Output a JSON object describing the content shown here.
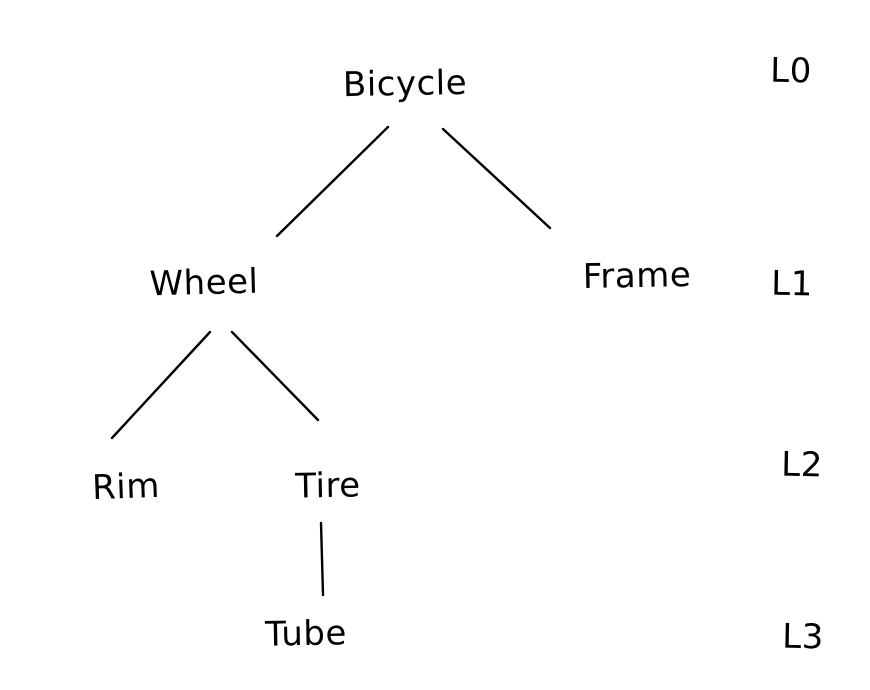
{
  "diagram": {
    "type": "tree",
    "colors": {
      "ink": "#000000",
      "background": "#ffffff"
    },
    "nodes": {
      "bicycle": {
        "label": "Bicycle",
        "level": 0
      },
      "wheel": {
        "label": "Wheel",
        "level": 1
      },
      "frame": {
        "label": "Frame",
        "level": 1
      },
      "rim": {
        "label": "Rim",
        "level": 2
      },
      "tire": {
        "label": "Tire",
        "level": 2
      },
      "tube": {
        "label": "Tube",
        "level": 3
      }
    },
    "edges": [
      {
        "from": "Bicycle",
        "to": "Wheel"
      },
      {
        "from": "Bicycle",
        "to": "Frame"
      },
      {
        "from": "Wheel",
        "to": "Rim"
      },
      {
        "from": "Wheel",
        "to": "Tire"
      },
      {
        "from": "Tire",
        "to": "Tube"
      }
    ],
    "levels": {
      "l0": {
        "label": "L0"
      },
      "l1": {
        "label": "L1"
      },
      "l2": {
        "label": "L2"
      },
      "l3": {
        "label": "L3"
      }
    }
  }
}
